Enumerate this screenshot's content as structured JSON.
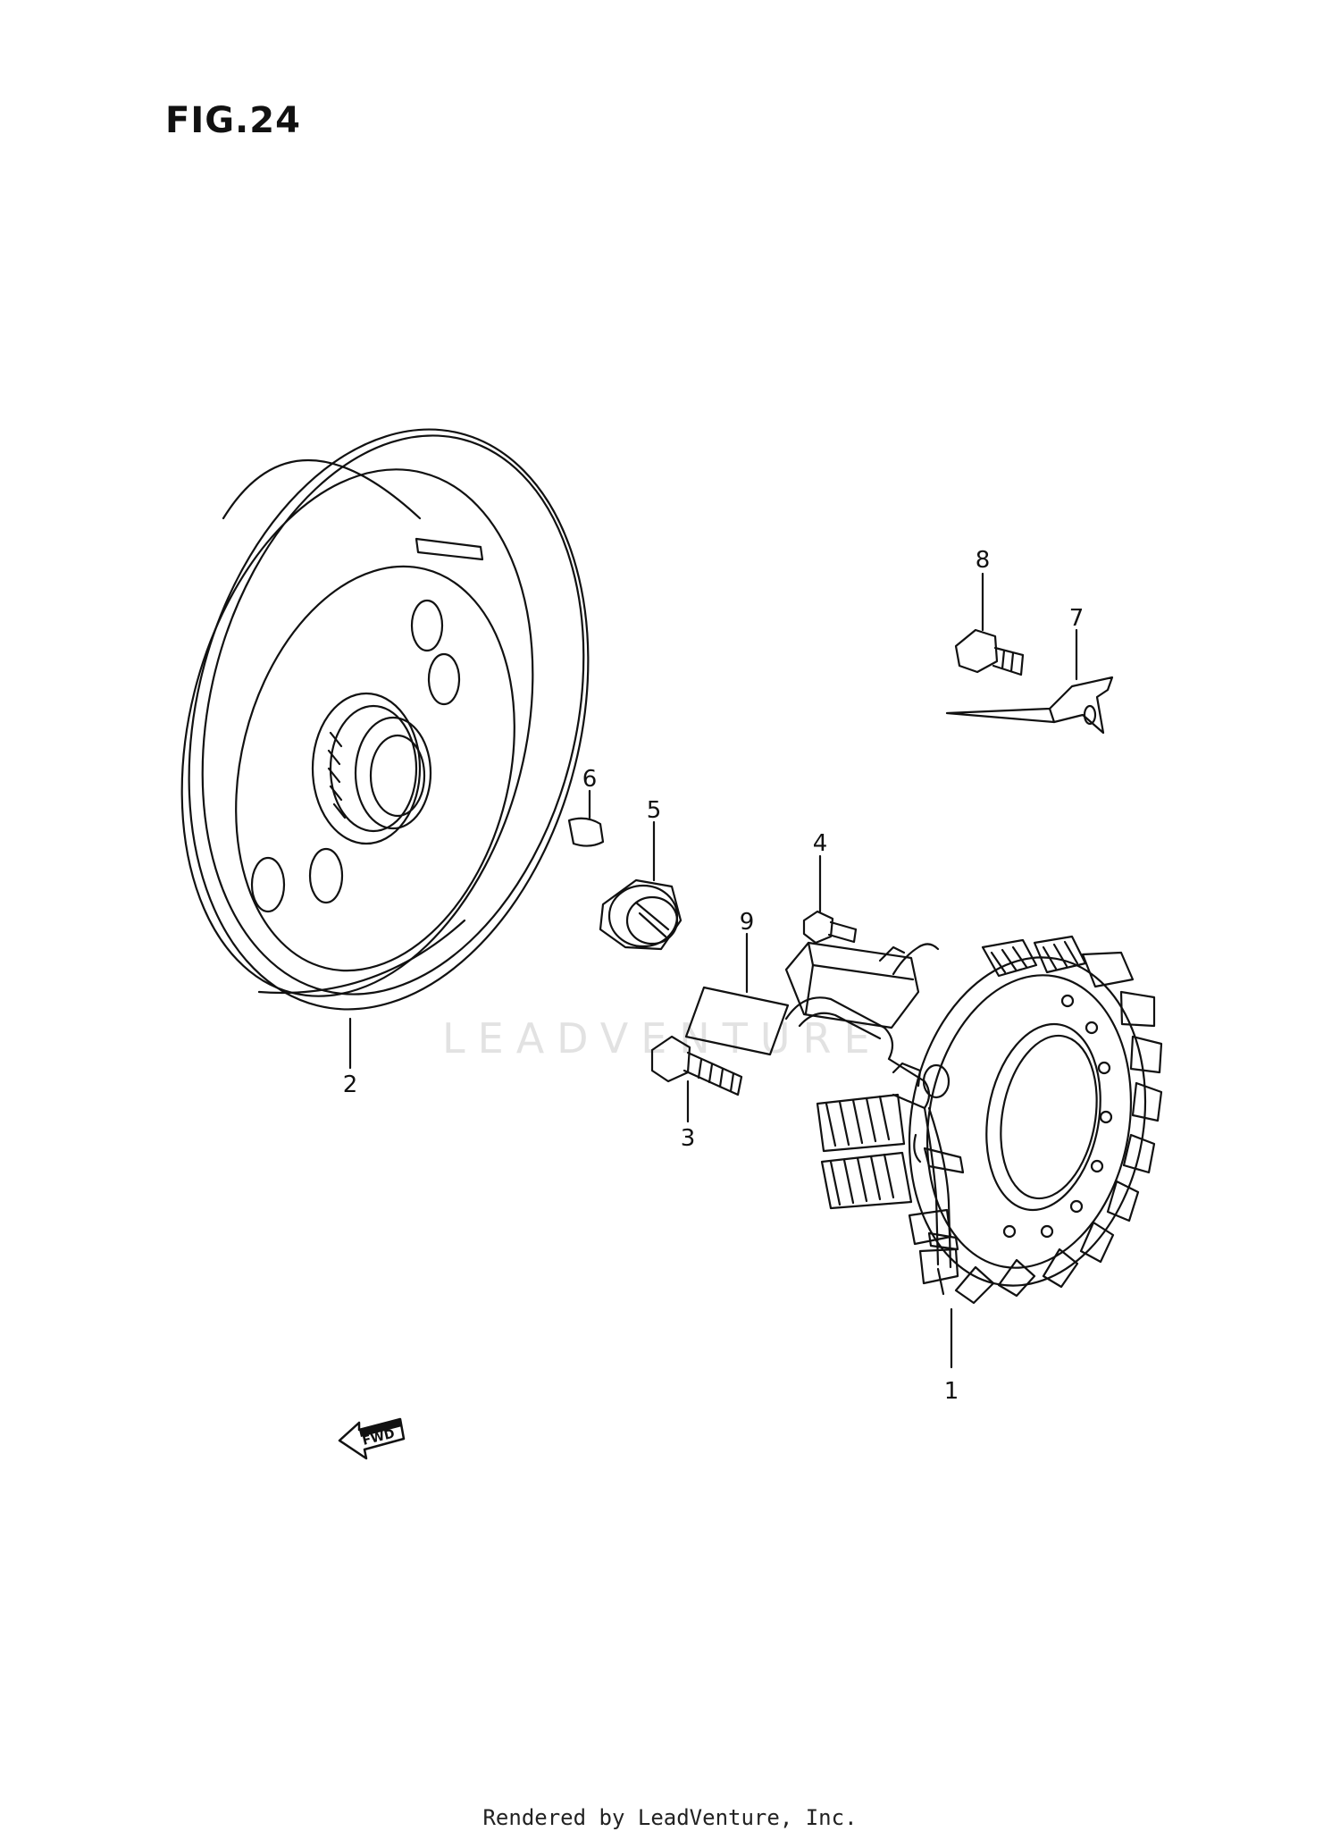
{
  "figure": {
    "title": "FIG.24",
    "watermark": "LEADVENTURE",
    "footer": "Rendered by LeadVenture, Inc.",
    "forward_label": "FWD"
  },
  "callouts": [
    {
      "number": "1",
      "part": "stator"
    },
    {
      "number": "2",
      "part": "rotor"
    },
    {
      "number": "3",
      "part": "bolt"
    },
    {
      "number": "4",
      "part": "screw"
    },
    {
      "number": "5",
      "part": "nut"
    },
    {
      "number": "6",
      "part": "key"
    },
    {
      "number": "7",
      "part": "clamp"
    },
    {
      "number": "8",
      "part": "bolt"
    },
    {
      "number": "9",
      "part": "label"
    }
  ],
  "icons": {
    "forward_arrow": "fwd-arrow-icon"
  }
}
